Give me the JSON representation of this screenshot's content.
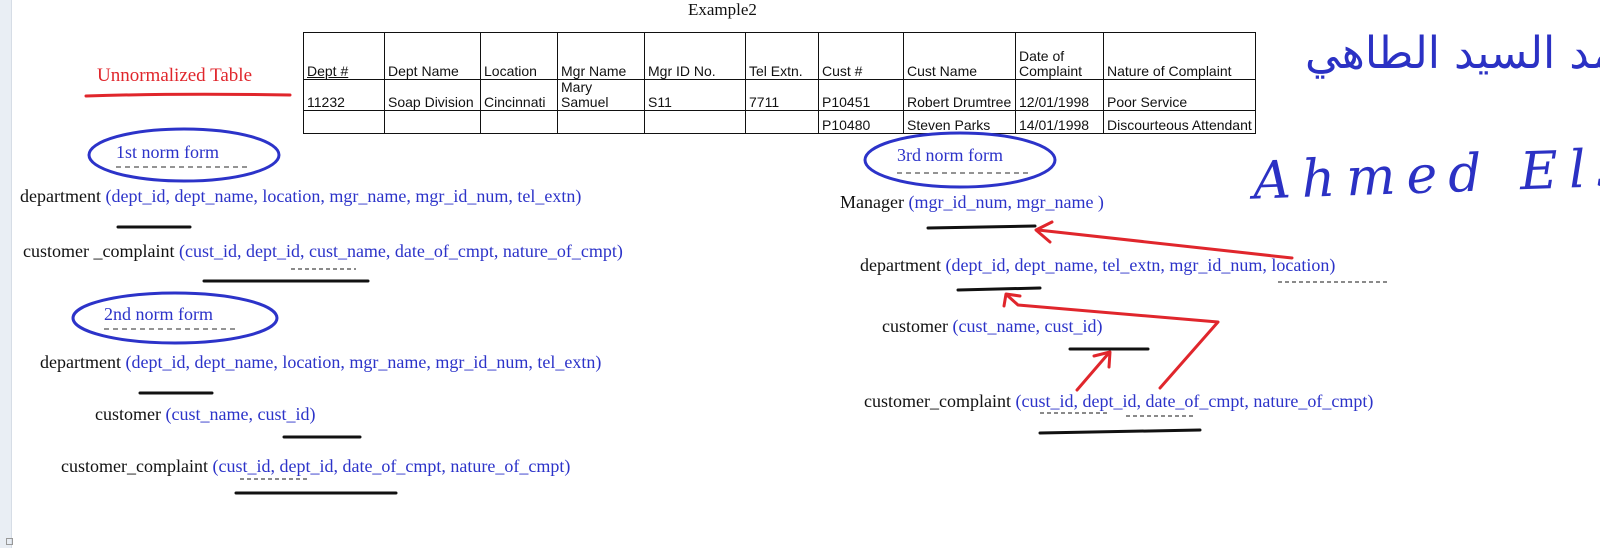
{
  "title": "Example2",
  "unnormalized_label": "Unnormalized Table",
  "table": {
    "headers": [
      "Dept #",
      "Dept Name",
      "Location",
      "Mgr Name",
      "Mgr ID No.",
      "Tel Extn.",
      "Cust #",
      "Cust Name",
      "Date of Complaint",
      "Nature of Complaint"
    ],
    "rows": [
      [
        "11232",
        "Soap Division",
        "Cincinnati",
        "Mary Samuel",
        "S11",
        "7711",
        "P10451",
        "Robert Drumtree",
        "12/01/1998",
        "Poor Service"
      ],
      [
        "",
        "",
        "",
        "",
        "",
        "",
        "P10480",
        "Steven Parks",
        "14/01/1998",
        "Discourteous Attendant"
      ]
    ]
  },
  "forms": {
    "first": {
      "label": "1st norm form",
      "department": {
        "name": "department",
        "attrs": "(dept_id,  dept_name,  location,  mgr_name,  mgr_id_num,  tel_extn)"
      },
      "customer_complaint": {
        "name": "customer _complaint",
        "attrs": "(cust_id,  dept_id,   cust_name,  date_of_cmpt,  nature_of_cmpt)"
      }
    },
    "second": {
      "label": "2nd norm form",
      "department": {
        "name": "department",
        "attrs": "(dept_id,  dept_name,  location,  mgr_name,  mgr_id_num,  tel_extn)"
      },
      "customer": {
        "name": "customer",
        "attrs": "(cust_name,   cust_id)"
      },
      "customer_complaint": {
        "name": "customer_complaint",
        "attrs": "(cust_id,   dept_id,  date_of_cmpt,   nature_of_cmpt)"
      }
    },
    "third": {
      "label": "3rd norm form",
      "manager": {
        "name": "Manager",
        "attrs": "(mgr_id_num,   mgr_name )"
      },
      "department": {
        "name": "department",
        "attrs": "(dept_id,    dept_name,     tel_extn,      mgr_id_num,   location)"
      },
      "customer": {
        "name": "customer",
        "attrs": "(cust_name,   cust_id)"
      },
      "customer_complaint": {
        "name": "customer_complaint",
        "attrs": "(cust_id,   dept_id,  date_of_cmpt,   nature_of_cmpt)"
      }
    }
  },
  "signature": {
    "arabic": "أحمد السيد الطاهي",
    "latin": "Ahmed Elsayed"
  },
  "colors": {
    "ink_blue": "#2c33c9",
    "ink_red": "#e0262c",
    "ink_black": "#111111"
  }
}
